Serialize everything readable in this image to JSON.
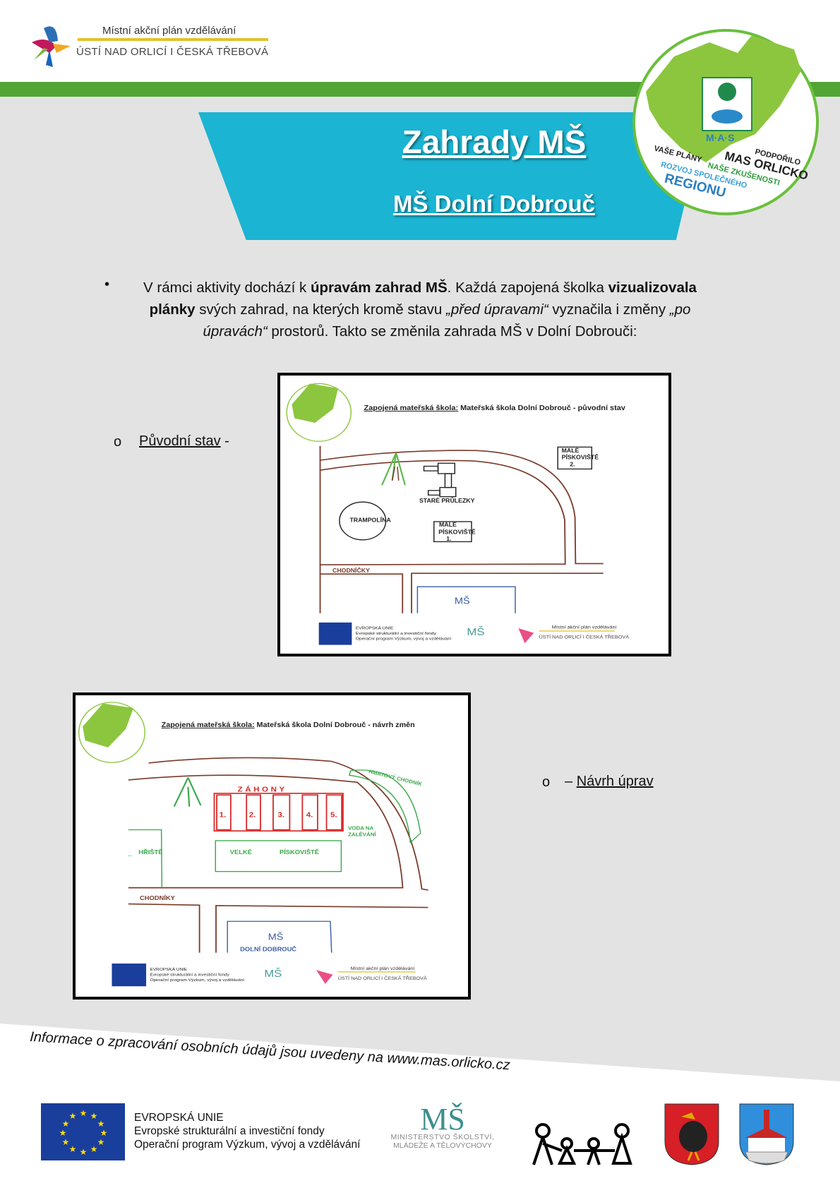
{
  "header": {
    "logo_line1": "Místní akční plán vzdělávání",
    "logo_line2": "ÚSTÍ NAD ORLICÍ I ČESKÁ TŘEBOVÁ",
    "mas_badge": {
      "podporilo": "PODPOŘILO",
      "name": "MAS ORLICKO",
      "mas": "M·A·S",
      "line1a": "VAŠE PLÁNY",
      "line1b": "NAŠE ZKUŠENOSTI",
      "line2": "ROZVOJ SPOLEČNÉHO",
      "line3": "REGIONU"
    }
  },
  "title": "Zahrady MŠ",
  "subtitle": "MŠ Dolní Dobrouč",
  "intro": {
    "t1": "V rámci aktivity dochází k ",
    "b1": "úpravám zahrad MŠ",
    "t2": ". Každá zapojená školka ",
    "b2": "vizualizovala plánky",
    "t3": " svých zahrad, na kterých kromě stavu ",
    "i1": "„před úpravami“",
    "t4": " vyznačila i změny ",
    "i2": "„po úpravách“",
    "t5": " prostorů. Takto se změnila zahrada MŠ v Dolní Dobrouči:"
  },
  "items": {
    "original": "Původní stav",
    "original_suffix": " -",
    "proposal_prefix": "– ",
    "proposal": "Návrh úprav"
  },
  "map1": {
    "title_u": "Zapojená mateřská škola:",
    "title": " Mateřská škola Dolní Dobrouč - původní stav",
    "labels": {
      "pruhlezky": "STARÉ PRŮLEZKY",
      "trampolina": "TRAMPOLÍNA",
      "piskoviste1a": "MALÉ",
      "piskoviste1b": "PÍSKOVIŠTĚ",
      "piskoviste1c": "1.",
      "piskoviste2c": "2.",
      "chodnicky": "CHODNÍČKY",
      "ms": "MŠ"
    }
  },
  "map2": {
    "title_u": "Zapojená mateřská škola:",
    "title": " Mateřská škola Dolní Dobrouč - návrh změn",
    "labels": {
      "zahony": "ZÁHONY",
      "n1": "1.",
      "n2": "2.",
      "n3": "3.",
      "n4": "4.",
      "n5": "5.",
      "velke": "VELKÉ",
      "piskoviste": "PÍSKOVIŠTĚ",
      "hriste": "HŘIŠTĚ",
      "hmatovy": "HMATOVÝ CHODNÍK",
      "voda1": "VODA NA",
      "voda2": "ZALÉVÁNÍ",
      "chodniky": "CHODNÍKY",
      "ms": "MŠ",
      "dd": "DOLNÍ DOBROUČ"
    }
  },
  "sketch_footer": {
    "eu": "EVROPSKÁ UNIE",
    "eu2": "Evropské strukturální a investiční fondy",
    "eu3": "Operační program Výzkum, vývoj a vzdělávání",
    "map1": "Místní akční plán vzdělávání",
    "map2": "ÚSTÍ NAD ORLICÍ I ČESKÁ TŘEBOVÁ"
  },
  "footnote": "Informace o zpracování osobních údajů jsou uvedeny na www.mas.orlicko.cz",
  "footer": {
    "eu1": "EVROPSKÁ UNIE",
    "eu2": "Evropské strukturální a investiční fondy",
    "eu3": "Operační program Výzkum, vývoj a vzdělávání",
    "msmt1": "MINISTERSTVO ŠKOLSTVÍ,",
    "msmt2": "MLÁDEŽE A TĚLOVÝCHOVY"
  },
  "colors": {
    "green": "#52a535",
    "teal": "#1bb4d3",
    "gray": "#e3e3e3",
    "brown": "#7a3b2a"
  }
}
